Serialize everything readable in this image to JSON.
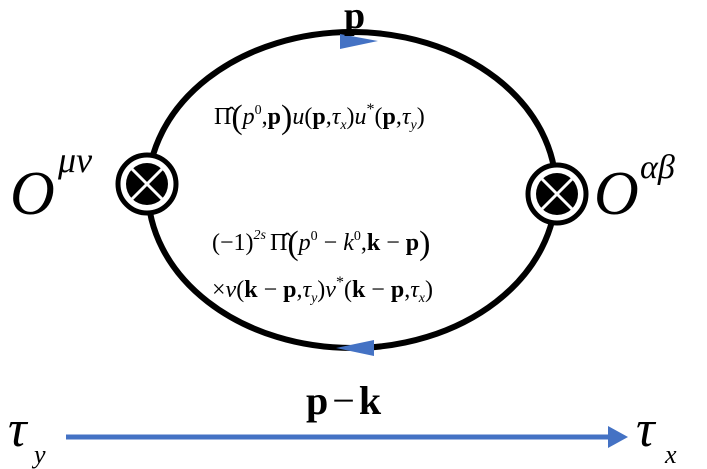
{
  "colors": {
    "line": "#000000",
    "arrow": "#4472C4",
    "vertex_fill": "#000000",
    "background": "#ffffff"
  },
  "icons": {
    "left_vertex": "crossed-circle-vertex",
    "right_vertex": "crossed-circle-vertex"
  },
  "labels": {
    "top_momentum": "p",
    "bottom_momentum_p": "p",
    "bottom_momentum_minus": "−",
    "bottom_momentum_k": "k",
    "left_operator_base": "O",
    "left_operator_sup": "μν",
    "right_operator_base": "O",
    "right_operator_sup": "αβ",
    "time_left_base": "τ",
    "time_left_sub": "y",
    "time_right_base": "τ",
    "time_right_sub": "x"
  },
  "upper_propagator": {
    "pi_hat": "Π̂",
    "open": "(",
    "p": "p",
    "p_sup": "0",
    "comma1": ",",
    "p_bold": "p",
    "close": ")",
    "u": "u",
    "open2": "(",
    "p_bold2": "p",
    "comma2": ",",
    "tau": "τ",
    "tau_sub": "x",
    "close2": ")",
    "u_star": "u",
    "star": "*",
    "open3": "(",
    "p_bold3": "p",
    "comma3": ",",
    "tau2": "τ",
    "tau2_sub": "y",
    "close3": ")"
  },
  "lower_propagator_line1": {
    "sign": "(−1)",
    "sign_sup": "2s",
    "pi_hat": "Π̂",
    "open": "(",
    "p": "p",
    "p_sup": "0",
    "minus": " − ",
    "k": "k",
    "k_sup": "0",
    "comma": ",",
    "k_bold": "k",
    "minus2": " − ",
    "p_bold": "p",
    "close": ")"
  },
  "lower_propagator_line2": {
    "times": "×",
    "v": "v",
    "open": "(",
    "k_bold": "k",
    "minus": " − ",
    "p_bold": "p",
    "comma": ",",
    "tau": "τ",
    "tau_sub": "y",
    "close": ")",
    "v_star": "v",
    "star": "*",
    "open2": "(",
    "k_bold2": "k",
    "minus2": " − ",
    "p_bold2": "p",
    "comma2": ",",
    "tau2": "τ",
    "tau2_sub": "x",
    "close2": ")"
  }
}
